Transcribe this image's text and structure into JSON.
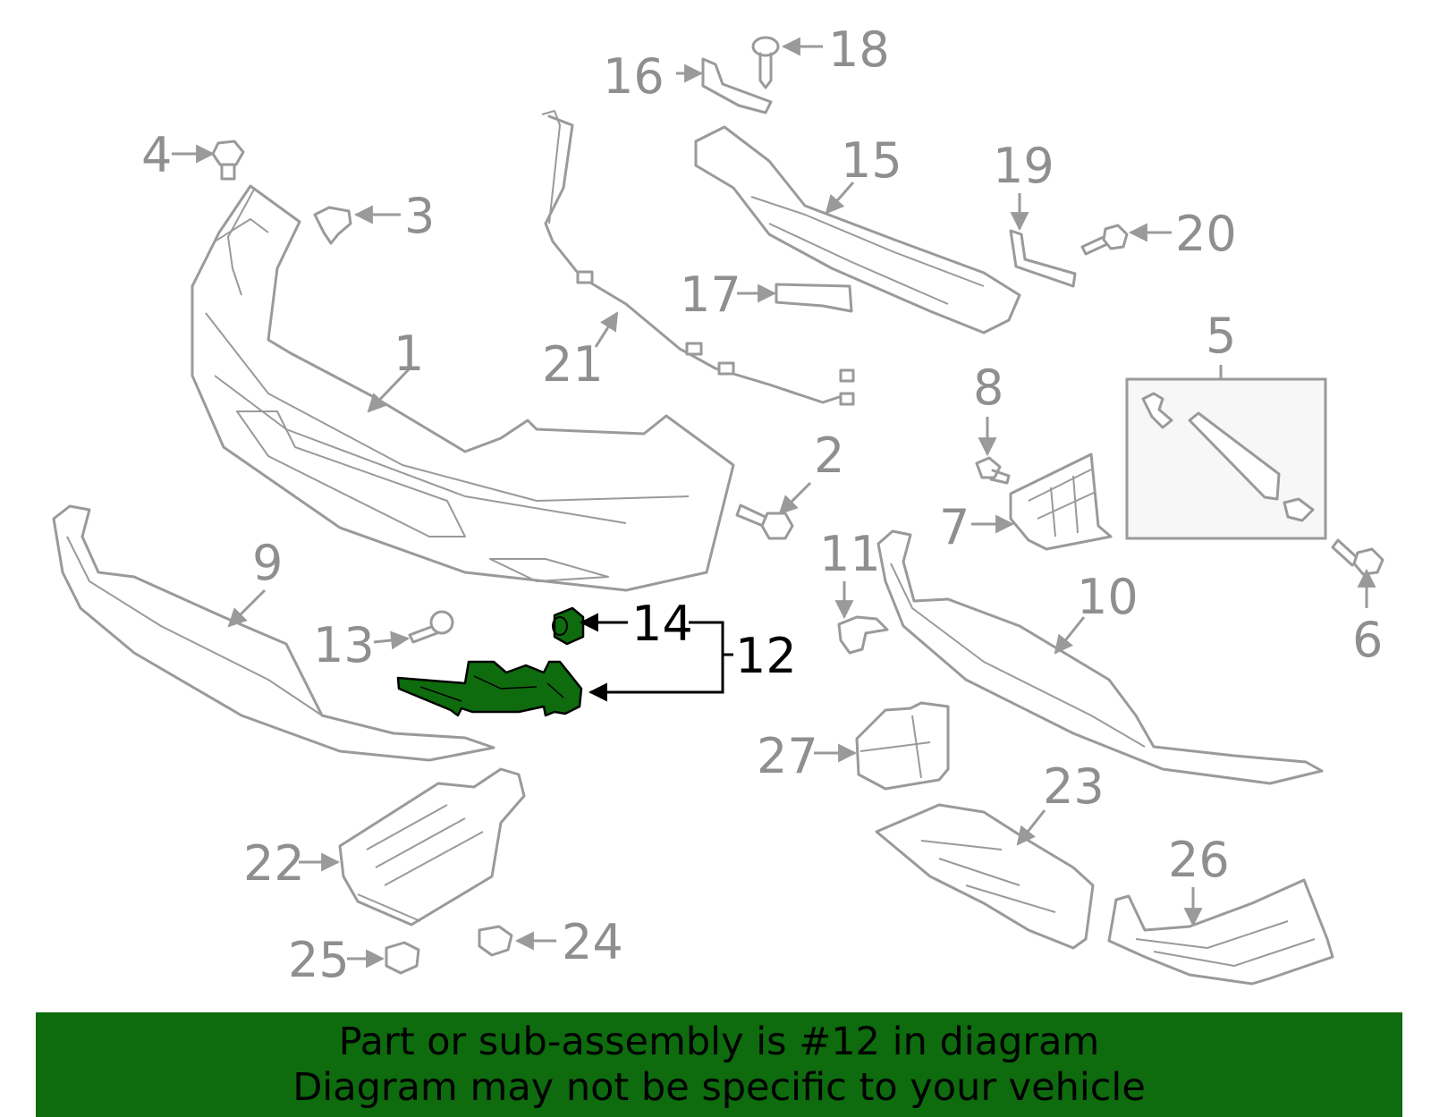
{
  "diagram": {
    "callouts": {
      "c1": "1",
      "c2": "2",
      "c3": "3",
      "c4": "4",
      "c5": "5",
      "c6": "6",
      "c7": "7",
      "c8": "8",
      "c9": "9",
      "c10": "10",
      "c11": "11",
      "c12": "12",
      "c13": "13",
      "c14": "14",
      "c15": "15",
      "c16": "16",
      "c17": "17",
      "c18": "18",
      "c19": "19",
      "c20": "20",
      "c21": "21",
      "c22": "22",
      "c23": "23",
      "c24": "24",
      "c25": "25",
      "c26": "26",
      "c27": "27"
    },
    "highlighted_part": "12",
    "colors": {
      "highlight": "#0e6b0e",
      "lines": "#9a9a9a",
      "footer_bg": "#0e6b0e"
    }
  },
  "footer": {
    "line1": "Part or sub-assembly is #12 in diagram",
    "line2": "Diagram may not be specific to your vehicle"
  }
}
